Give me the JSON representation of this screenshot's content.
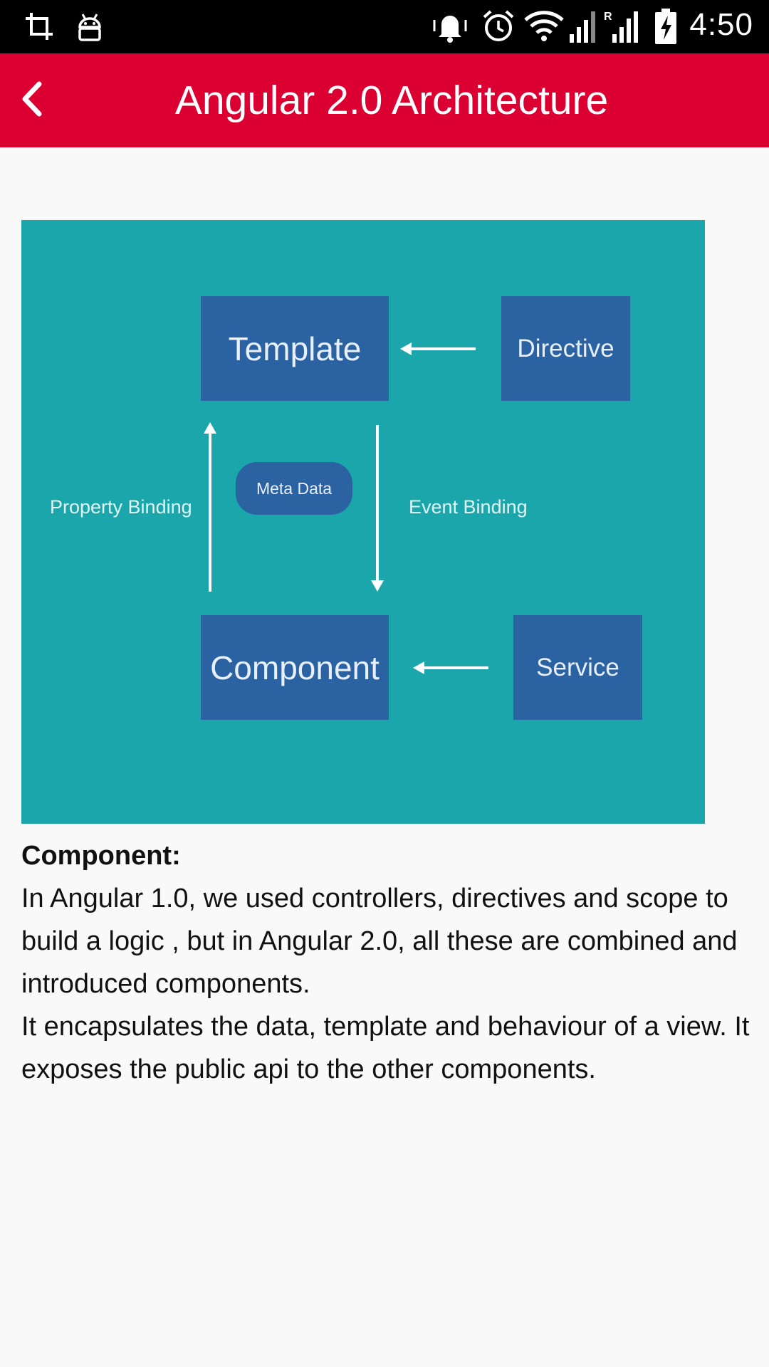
{
  "status_bar": {
    "time": "4:50",
    "icons": [
      "crop-icon",
      "android-icon",
      "vibrate-icon",
      "alarm-icon",
      "wifi-icon",
      "signal-icon",
      "roaming-signal-icon",
      "battery-charging-icon"
    ]
  },
  "toolbar": {
    "title": "Angular 2.0 Architecture",
    "back_icon": "chevron-left-icon",
    "color": "#dc0032"
  },
  "diagram": {
    "background": "#1aa6ab",
    "box_color": "#2a62a2",
    "template": "Template",
    "directive": "Directive",
    "component": "Component",
    "service": "Service",
    "meta_data": "Meta Data",
    "property_binding": "Property Binding",
    "event_binding": "Event Binding"
  },
  "content": {
    "heading": "Component:",
    "paragraph1": "In Angular 1.0, we used controllers, directives and scope to build a logic , but in Angular 2.0, all these are combined and introduced components.",
    "paragraph2": "It encapsulates the data, template and behaviour of a view. It exposes the public api to the other components."
  }
}
